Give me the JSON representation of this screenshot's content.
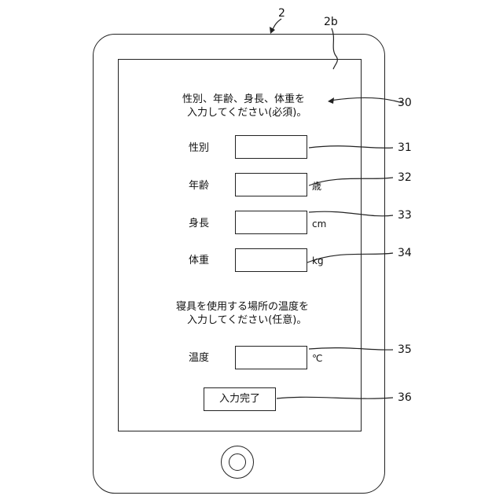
{
  "figure": {
    "device_ref": "2",
    "screen_ref": "2b",
    "instruction_ref": "30"
  },
  "required_section": {
    "instruction_line1": "性別、年齢、身長、体重を",
    "instruction_line2": "入力してください(必須)。",
    "fields": [
      {
        "label": "性別",
        "unit": "",
        "value": "",
        "ref": "31"
      },
      {
        "label": "年齢",
        "unit": "歳",
        "value": "",
        "ref": "32"
      },
      {
        "label": "身長",
        "unit": "cm",
        "value": "",
        "ref": "33"
      },
      {
        "label": "体重",
        "unit": "kg",
        "value": "",
        "ref": "34"
      }
    ]
  },
  "optional_section": {
    "instruction_line1": "寝具を使用する場所の温度を",
    "instruction_line2": "入力してください(任意)。",
    "field": {
      "label": "温度",
      "unit": "℃",
      "value": "",
      "ref": "35"
    }
  },
  "submit": {
    "label": "入力完了",
    "ref": "36"
  }
}
